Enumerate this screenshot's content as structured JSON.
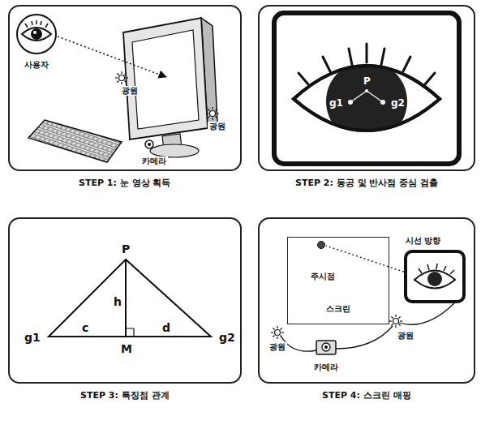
{
  "diagram": {
    "nodes": [
      {
        "text": [
          "STEP 1: 눈 영상 획득"
        ]
      },
      {
        "text": [
          "STEP 2: 동공 및 반사점 중심 검출"
        ]
      },
      {
        "text": [
          "STEP 3: 특징점 관계"
        ]
      },
      {
        "text": [
          "STEP 4: 스크린 매핑"
        ]
      },
      {
        "text": [
          "주시점",
          "스크린"
        ],
        "in": 3
      }
    ],
    "labels": [
      "사용자",
      "광원",
      "광원",
      "카메라",
      "P",
      "g1",
      "g2",
      "P",
      "g1",
      "g2",
      "h",
      "c",
      "d",
      "M",
      "시선 방향",
      "광원",
      "광원",
      "카메라"
    ]
  }
}
